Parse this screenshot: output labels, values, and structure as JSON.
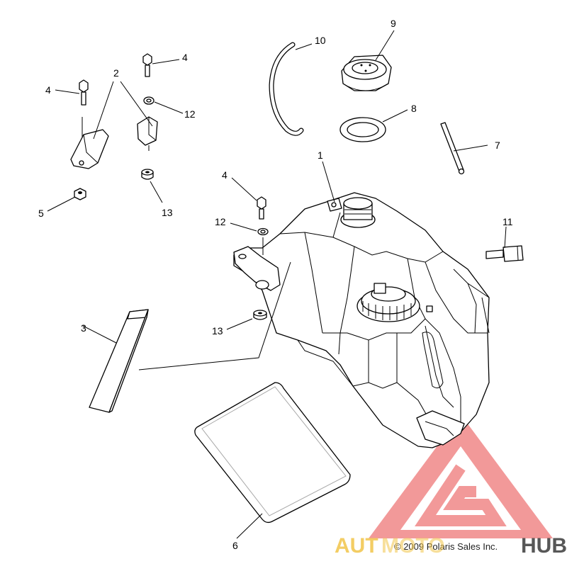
{
  "diagram": {
    "callouts": {
      "fuel_tank": "1",
      "bracket": "2",
      "foam_pad": "3",
      "bolt_upper_left": "4",
      "bolt_upper_right": "4",
      "bolt_tank": "4",
      "nut": "5",
      "heat_shield": "6",
      "rod": "7",
      "cap_gasket": "8",
      "fuel_cap": "9",
      "vent_hose": "10",
      "connector": "11",
      "washer_upper": "12",
      "washer_tank": "12",
      "grommet_upper": "13",
      "grommet_tank": "13"
    },
    "copyright": "© 2009 Polaris Sales Inc."
  },
  "watermark": {
    "text_left": "AUT",
    "text_middle": "MOTO",
    "text_right": "HUB",
    "colors": {
      "red": "#f08080",
      "yellow": "#f2c54a",
      "dark": "#3a3a3a"
    }
  }
}
